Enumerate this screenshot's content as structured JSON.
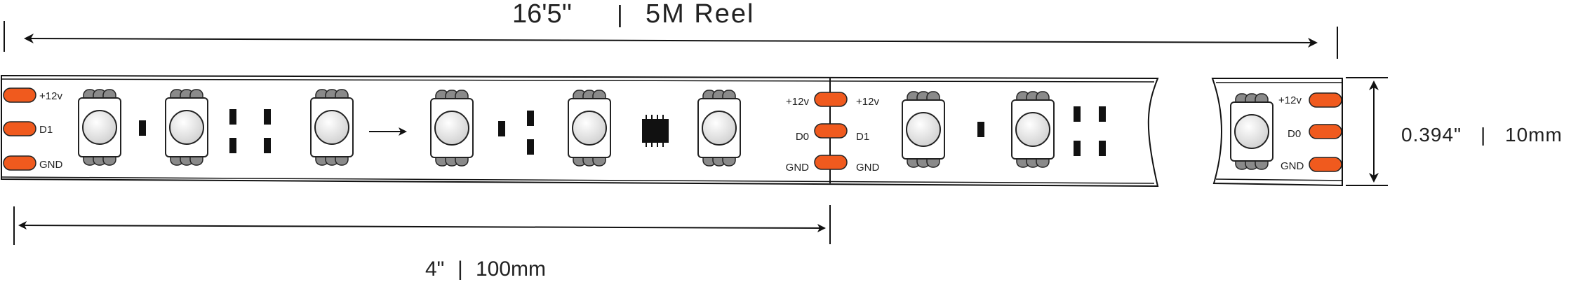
{
  "title": {
    "length": "16'5''",
    "sep": "|",
    "reel": "5M Reel"
  },
  "segment": {
    "imperial": "4\"",
    "sep": "|",
    "metric": "100mm"
  },
  "width": {
    "imperial": "0.394\"",
    "sep": "|",
    "metric": "10mm"
  },
  "pads": {
    "v12": "+12v",
    "d1": "D1",
    "d0": "D0",
    "gnd": "GND"
  },
  "colors": {
    "pad": "#f05a1e",
    "led_body": "#ffffff",
    "led_lens": "#d4d4d4",
    "leg": "#8a8a8a",
    "stroke": "#222222"
  },
  "icons": {
    "arrow": "data-direction-arrow-icon",
    "chip": "ic-chip-icon"
  }
}
